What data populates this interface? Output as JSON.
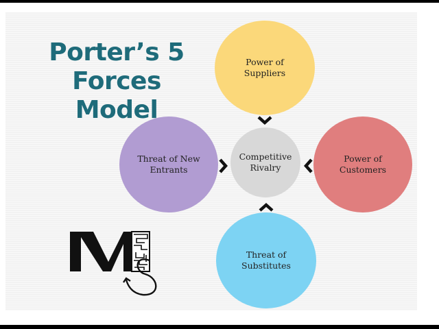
{
  "title": {
    "line1": "Porter’s 5 Forces",
    "line2": "Model"
  },
  "forces": {
    "top": "Power of Suppliers",
    "left": "Threat of New Entrants",
    "right": "Power of Customers",
    "bottom": "Threat of Substitutes",
    "center": "Competitive Rivalry"
  },
  "colors": {
    "title": "#1e6b7a",
    "suppliers": "#fbd87a",
    "new_entrants": "#b19cd2",
    "customers": "#e07e7e",
    "substitutes": "#7dd3f3",
    "rivalry": "#d8d8d8",
    "arrow": "#111111"
  },
  "icons": {
    "arrows": "chevron-icon",
    "logo": "ms-maze-logo"
  }
}
